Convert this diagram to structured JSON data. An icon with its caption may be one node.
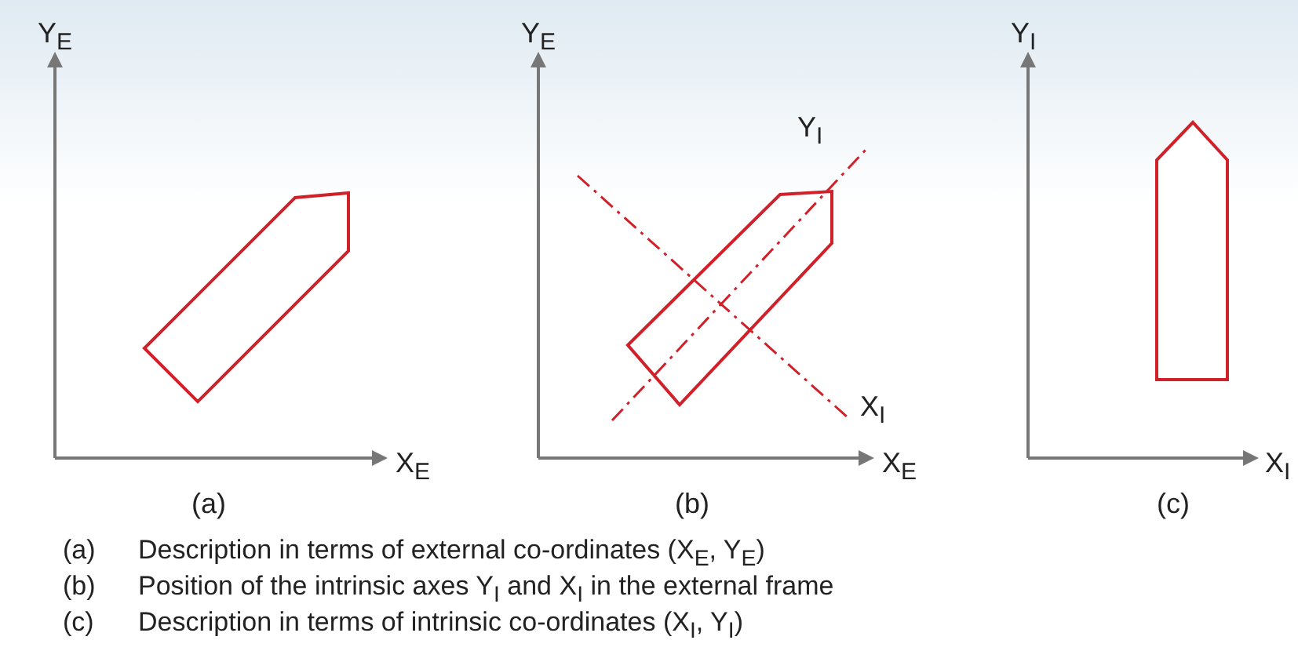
{
  "diagram": {
    "labels": [
      "Y$_{E}$",
      "Y$_{E}$",
      "Y$_{I}$",
      "Y$_{I}$",
      "X$_{I}$",
      "X$_{E}$",
      "X$_{E}$",
      "X$_{I}$",
      "(a)",
      "(b)",
      "(c)",
      "(a)",
      "Description in terms of external co-ordinates (X$_{E}$, Y$_{E}$)",
      "(b)",
      "Position of the intrinsic axes Y$_{I}$ and X$_{I}$ in the external frame",
      "(c)",
      "Description in terms of intrinsic co-ordinates (X$_{I}$, Y$_{I}$)"
    ]
  }
}
